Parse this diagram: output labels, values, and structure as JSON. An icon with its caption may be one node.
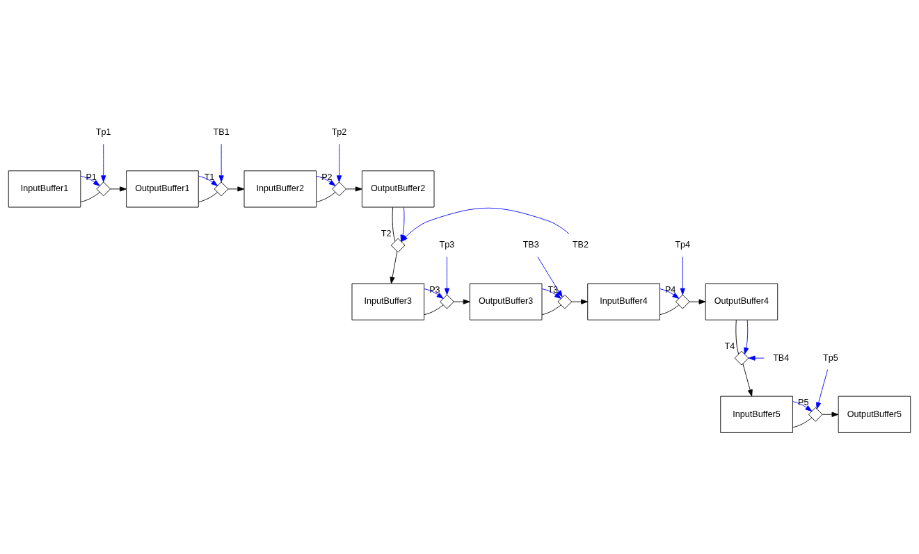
{
  "diagram": {
    "nodes": [
      {
        "text": [
          "Tp1"
        ]
      },
      {
        "text": [
          "TB1"
        ]
      },
      {
        "text": [
          "Tp2"
        ]
      },
      {
        "text": [
          "InputBuffer1"
        ]
      },
      {
        "text": [],
        "shape": "valve",
        "beside": [
          "P1"
        ]
      },
      {
        "text": [
          "OutputBuffer1"
        ]
      },
      {
        "text": [],
        "shape": "valve",
        "beside": [
          "T1"
        ]
      },
      {
        "text": [
          "InputBuffer2"
        ]
      },
      {
        "text": [],
        "shape": "valve",
        "beside": [
          "P2"
        ]
      },
      {
        "text": [
          "OutputBuffer2"
        ]
      },
      {
        "text": [],
        "shape": "valve",
        "beside": [
          "T2"
        ]
      },
      {
        "text": [
          "TB2"
        ]
      },
      {
        "text": [
          "OutputBuffer4"
        ]
      },
      {
        "text": [],
        "shape": "valve",
        "beside": [
          "P4"
        ]
      },
      {
        "text": [
          "InputBuffer4"
        ]
      },
      {
        "text": [],
        "shape": "valve",
        "beside": [
          "T3"
        ]
      },
      {
        "text": [
          "OutputBuffer3"
        ]
      },
      {
        "text": [],
        "shape": "valve",
        "beside": [
          "P3"
        ]
      },
      {
        "text": [
          "InputBuffer3"
        ]
      },
      {
        "text": [
          "Tp4"
        ]
      },
      {
        "text": [],
        "shape": "valve",
        "beside": [
          "T4"
        ]
      },
      {
        "text": [
          "TB4"
        ]
      },
      {
        "text": [
          "TB3"
        ]
      },
      {
        "text": [
          "Tp3"
        ]
      },
      {
        "text": [
          "InputBuffer5"
        ]
      },
      {
        "text": [],
        "shape": "valve",
        "beside": [
          "P5"
        ]
      },
      {
        "text": [
          "OutputBuffer5"
        ]
      },
      {
        "text": [
          "Tp5"
        ]
      }
    ],
    "edges": [
      {
        "from": 3,
        "to": 4,
        "arrow": "none",
        "color": "#000000"
      },
      {
        "from": 4,
        "to": 5,
        "arrow": "to",
        "color": "#000000"
      },
      {
        "from": 5,
        "to": 6,
        "arrow": "none",
        "color": "#000000"
      },
      {
        "from": 6,
        "to": 7,
        "arrow": "to",
        "color": "#000000"
      },
      {
        "from": 7,
        "to": 8,
        "arrow": "none",
        "color": "#000000"
      },
      {
        "from": 8,
        "to": 9,
        "arrow": "to",
        "color": "#000000"
      },
      {
        "from": 9,
        "to": 10,
        "arrow": "none",
        "color": "#000000"
      },
      {
        "from": 10,
        "to": 18,
        "arrow": "to",
        "color": "#000000"
      },
      {
        "from": 18,
        "to": 17,
        "arrow": "none",
        "color": "#000000"
      },
      {
        "from": 17,
        "to": 16,
        "arrow": "to",
        "color": "#000000"
      },
      {
        "from": 16,
        "to": 15,
        "arrow": "none",
        "color": "#000000"
      },
      {
        "from": 15,
        "to": 14,
        "arrow": "to",
        "color": "#000000"
      },
      {
        "from": 14,
        "to": 13,
        "arrow": "none",
        "color": "#000000"
      },
      {
        "from": 13,
        "to": 12,
        "arrow": "to",
        "color": "#000000"
      },
      {
        "from": 12,
        "to": 20,
        "arrow": "none",
        "color": "#000000"
      },
      {
        "from": 20,
        "to": 24,
        "arrow": "to",
        "color": "#000000"
      },
      {
        "from": 24,
        "to": 25,
        "arrow": "none",
        "color": "#000000"
      },
      {
        "from": 25,
        "to": 26,
        "arrow": "to",
        "color": "#000000"
      },
      {
        "from": 3,
        "to": 4,
        "arrow": "to",
        "color": "#0000ff"
      },
      {
        "from": 0,
        "to": 4,
        "arrow": "to",
        "color": "#0000ff"
      },
      {
        "from": 5,
        "to": 6,
        "arrow": "to",
        "color": "#0000ff"
      },
      {
        "from": 1,
        "to": 6,
        "arrow": "to",
        "color": "#0000ff"
      },
      {
        "from": 7,
        "to": 8,
        "arrow": "to",
        "color": "#0000ff"
      },
      {
        "from": 2,
        "to": 8,
        "arrow": "to",
        "color": "#0000ff"
      },
      {
        "from": 9,
        "to": 10,
        "arrow": "to",
        "color": "#0000ff"
      },
      {
        "from": 11,
        "to": 10,
        "arrow": "to",
        "color": "#0000ff"
      },
      {
        "from": 18,
        "to": 17,
        "arrow": "to",
        "color": "#0000ff"
      },
      {
        "from": 23,
        "to": 17,
        "arrow": "to",
        "color": "#0000ff"
      },
      {
        "from": 16,
        "to": 15,
        "arrow": "to",
        "color": "#0000ff"
      },
      {
        "from": 22,
        "to": 15,
        "arrow": "to",
        "color": "#0000ff"
      },
      {
        "from": 14,
        "to": 13,
        "arrow": "to",
        "color": "#0000ff"
      },
      {
        "from": 19,
        "to": 13,
        "arrow": "to",
        "color": "#0000ff"
      },
      {
        "from": 12,
        "to": 20,
        "arrow": "to",
        "color": "#0000ff"
      },
      {
        "from": 21,
        "to": 20,
        "arrow": "to",
        "color": "#0000ff"
      },
      {
        "from": 24,
        "to": 25,
        "arrow": "to",
        "color": "#0000ff"
      },
      {
        "from": 27,
        "to": 25,
        "arrow": "to",
        "color": "#0000ff"
      }
    ]
  }
}
